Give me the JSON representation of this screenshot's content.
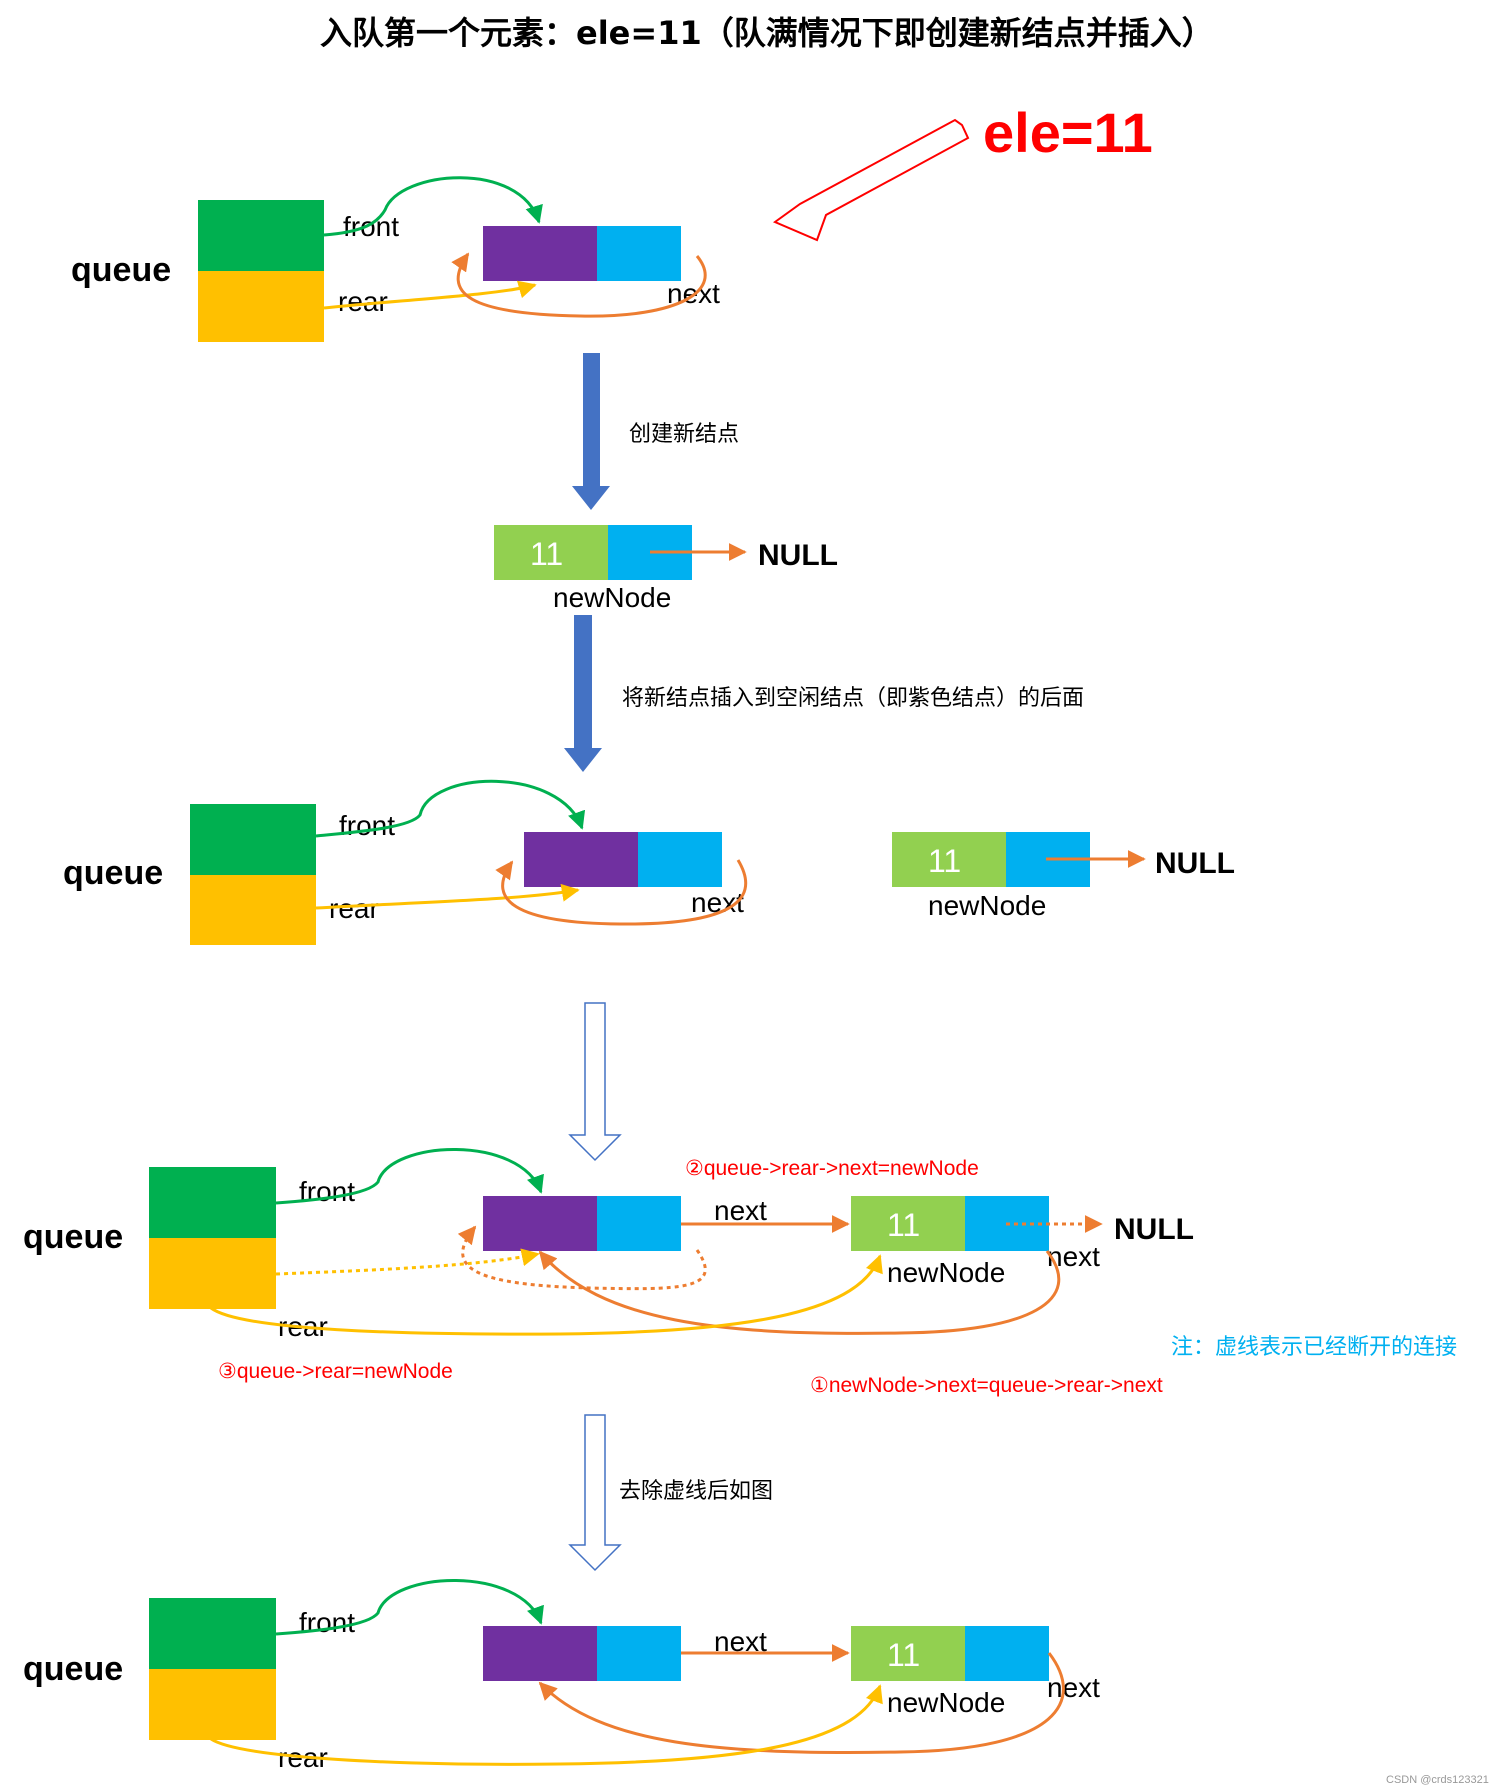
{
  "title": "入队第一个元素：ele=11（队满情况下即创建新结点并插入）",
  "ele_label": "ele=11",
  "labels": {
    "queue": "queue",
    "front": "front",
    "rear": "rear",
    "next": "next",
    "null": "NULL",
    "new_node": "newNode",
    "value": "11"
  },
  "step_labels": {
    "create_node": "创建新结点",
    "insert_after_free": "将新结点插入到空闲结点（即紫色结点）的后面",
    "remove_dashed": "去除虚线后如图"
  },
  "operations": {
    "op1": "①newNode->next=queue->rear->next",
    "op2": "②queue->rear->next=newNode",
    "op3": "③queue->rear=newNode"
  },
  "note": "注：虚线表示已经断开的连接",
  "watermark": "CSDN @crds123321",
  "colors": {
    "front_green": "#00B050",
    "rear_yellow": "#FFC000",
    "node_purple": "#7030A0",
    "node_blue": "#00B0F0",
    "value_green": "#92D050",
    "arrow_orange": "#ED7D31",
    "arrow_green": "#00B050",
    "arrow_yellow": "#FFC000",
    "step_arrow_blue": "#4472C4",
    "red_text": "#FF0000",
    "note_blue": "#00B0F0"
  }
}
